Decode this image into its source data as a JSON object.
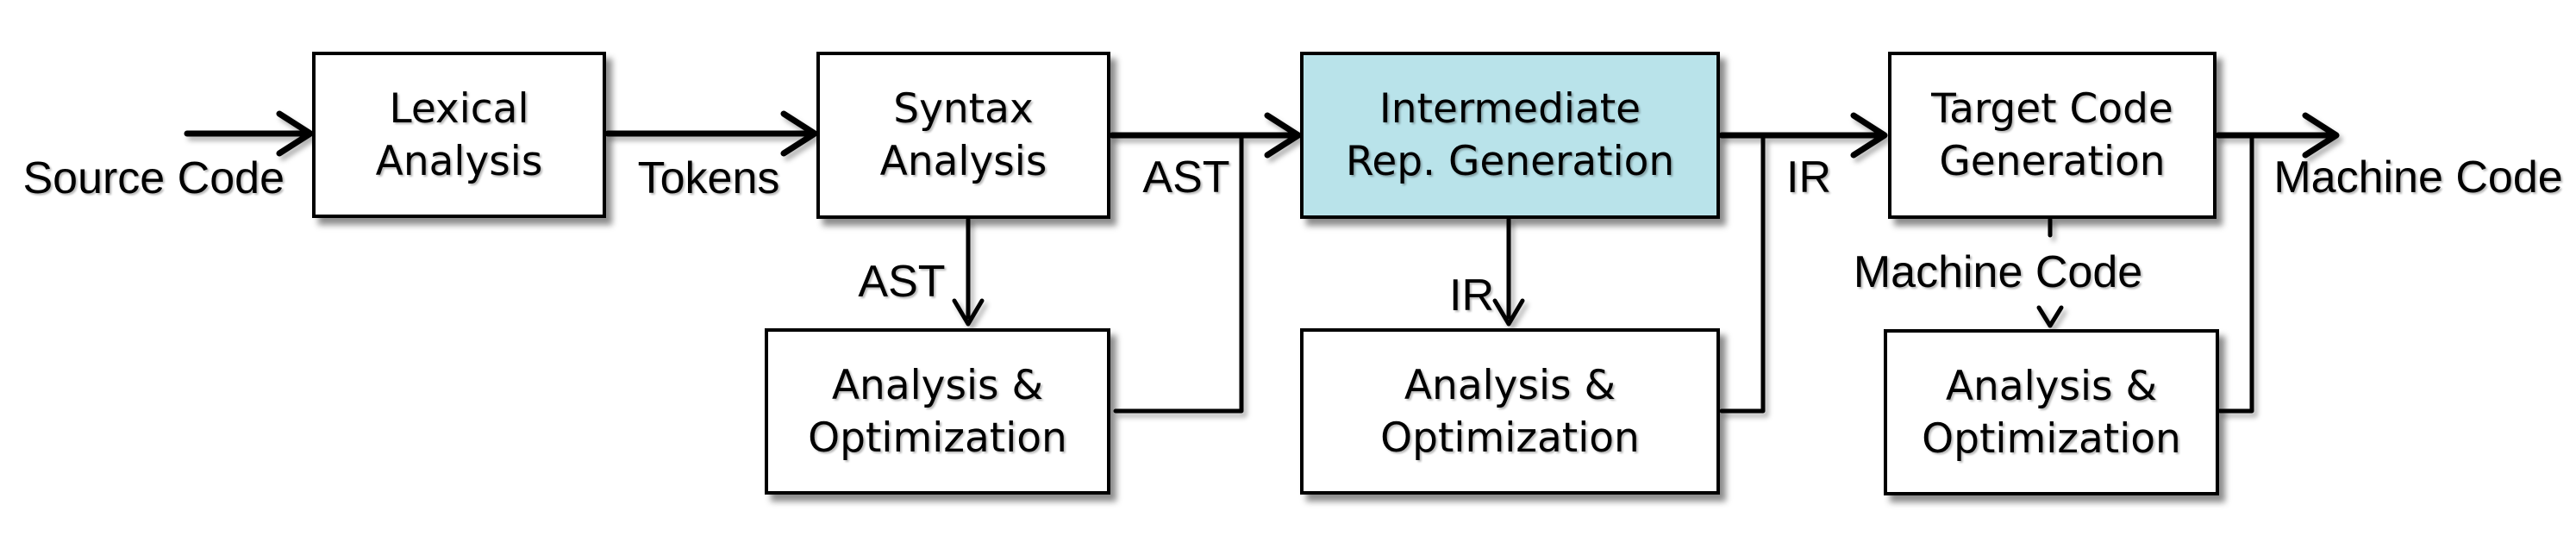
{
  "diagram_title": "Compiler pipeline flowchart",
  "colors": {
    "background": "#ffffff",
    "line": "#000000",
    "box_fill": "#ffffff",
    "box_border": "#000000",
    "highlight_fill": "#b9e3ea",
    "text": "#000000"
  },
  "boxes": [
    {
      "id": "lexical-analysis",
      "line1": "Lexical",
      "line2": "Analysis",
      "highlighted": false
    },
    {
      "id": "syntax-analysis",
      "line1": "Syntax",
      "line2": "Analysis",
      "highlighted": false
    },
    {
      "id": "intermediate-rep-generation",
      "line1": "Intermediate",
      "line2": "Rep. Generation",
      "highlighted": true
    },
    {
      "id": "target-code-generation",
      "line1": "Target Code",
      "line2": "Generation",
      "highlighted": false
    },
    {
      "id": "analysis-optimization-1",
      "line1": "Analysis &",
      "line2": "Optimization",
      "highlighted": false
    },
    {
      "id": "analysis-optimization-2",
      "line1": "Analysis &",
      "line2": "Optimization",
      "highlighted": false
    },
    {
      "id": "analysis-optimization-3",
      "line1": "Analysis &",
      "line2": "Optimization",
      "highlighted": false
    }
  ],
  "labels": {
    "source_code": "Source Code",
    "tokens": "Tokens",
    "ast_pipeline": "AST",
    "ast_branch": "AST",
    "ir_pipeline": "IR",
    "ir_branch": "IR",
    "machine_code_branch": "Machine Code",
    "machine_code_output": "Machine Code"
  }
}
